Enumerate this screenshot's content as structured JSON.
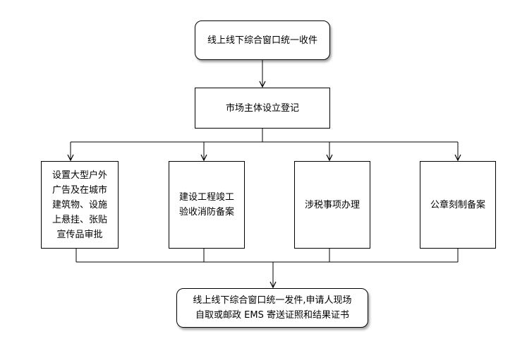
{
  "nodes": {
    "start": "线上线下综合窗口统一收件",
    "register": "市场主体设立登记",
    "branch_1": "设置大型户外\n广告及在城市\n建筑物、设施\n上悬挂、张贴\n宣传品审批",
    "branch_2": "建设工程竣工\n验收消防备案",
    "branch_3": "涉税事项办理",
    "branch_4": "公章刻制备案",
    "end": "线上线下综合窗口统一发件,申请人现场\n自取或邮政 EMS 寄送证照和结果证书"
  },
  "colors": {
    "line": "#000000",
    "box_border": "#000000",
    "background": "#ffffff"
  }
}
